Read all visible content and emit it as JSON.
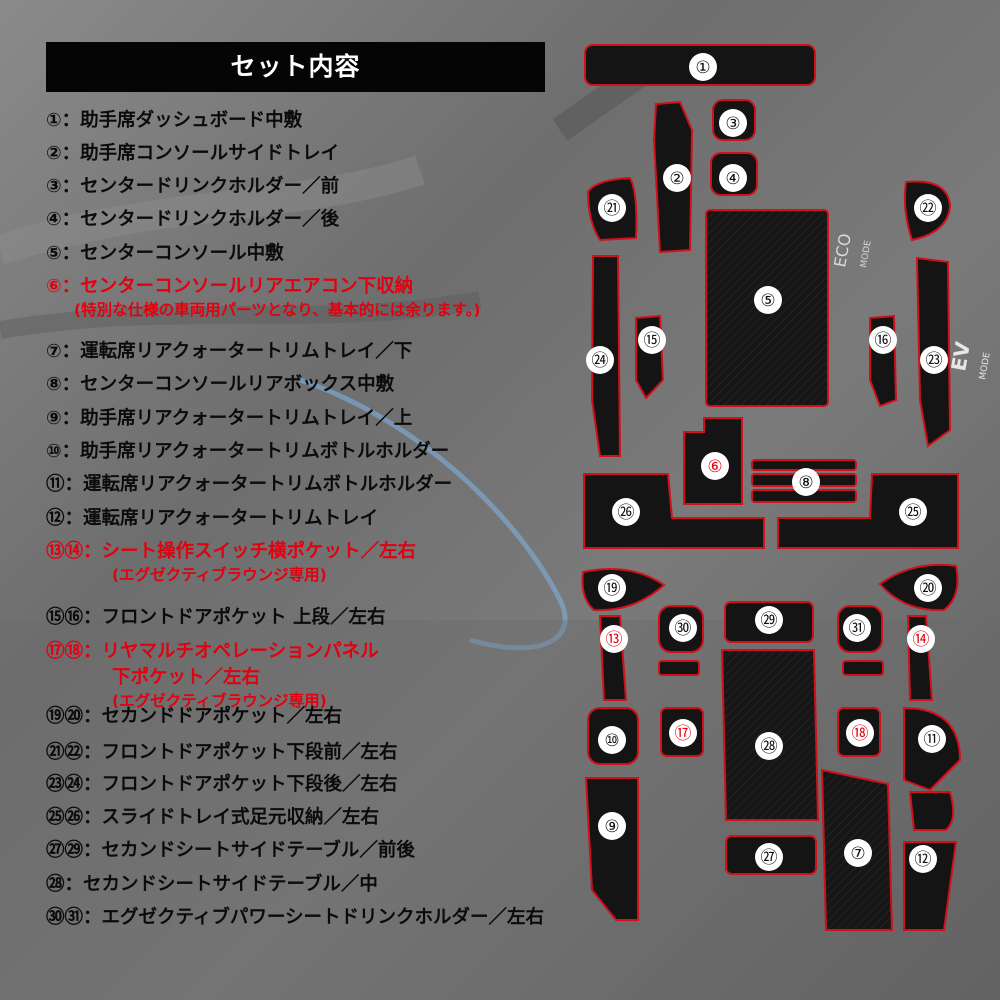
{
  "title": "セット内容",
  "items": [
    {
      "label": "①：助手席ダッシュボード中敷",
      "highlight": false
    },
    {
      "label": "②：助手席コンソールサイドトレイ",
      "highlight": false
    },
    {
      "label": "③：センタードリンクホルダー／前",
      "highlight": false
    },
    {
      "label": "④：センタードリンクホルダー／後",
      "highlight": false
    },
    {
      "label": "⑤：センターコンソール中敷",
      "highlight": false
    },
    {
      "label": "⑥：センターコンソールリアエアコン下収納",
      "highlight": true,
      "note": "(特別な仕様の車両用パーツとなり、基本的には余ります。)"
    },
    {
      "label": "⑦：運転席リアクォータートリムトレイ／下",
      "highlight": false
    },
    {
      "label": "⑧：センターコンソールリアボックス中敷",
      "highlight": false
    },
    {
      "label": "⑨：助手席リアクォータートリムトレイ／上",
      "highlight": false
    },
    {
      "label": "⑩：助手席リアクォータートリムボトルホルダー",
      "highlight": false
    },
    {
      "label": "⑪：運転席リアクォータートリムボトルホルダー",
      "highlight": false
    },
    {
      "label": "⑫：運転席リアクォータートリムトレイ",
      "highlight": false
    },
    {
      "label": "⑬⑭：シート操作スイッチ横ポケット／左右",
      "highlight": true,
      "note": "(エグゼクティブラウンジ専用)"
    },
    {
      "label": "⑮⑯：フロントドアポケット 上段／左右",
      "highlight": false
    },
    {
      "label": "⑰⑱：リヤマルチオペレーションパネル",
      "highlight": true,
      "line2": "下ポケット／左右",
      "note": "(エグゼクティブラウンジ専用)"
    },
    {
      "label": "⑲⑳：セカンドドアポケット／左右",
      "highlight": false
    },
    {
      "label": "㉑㉒：フロントドアポケット下段前／左右",
      "highlight": false
    },
    {
      "label": "㉓㉔：フロントドアポケット下段後／左右",
      "highlight": false
    },
    {
      "label": "㉕㉖：スライドトレイ式足元収納／左右",
      "highlight": false
    },
    {
      "label": "㉗㉙：セカンドシートサイドテーブル／前後",
      "highlight": false
    },
    {
      "label": "㉘：セカンドシートサイドテーブル／中",
      "highlight": false
    },
    {
      "label": "㉚㉛：エグゼクティブパワーシートドリンクホルダー／左右",
      "highlight": false
    }
  ],
  "parts": [
    {
      "mark": "①",
      "red": false
    },
    {
      "mark": "②",
      "red": false
    },
    {
      "mark": "③",
      "red": false
    },
    {
      "mark": "④",
      "red": false
    },
    {
      "mark": "⑤",
      "red": false
    },
    {
      "mark": "⑥",
      "red": true
    },
    {
      "mark": "⑦",
      "red": false
    },
    {
      "mark": "⑧",
      "red": false
    },
    {
      "mark": "⑨",
      "red": false
    },
    {
      "mark": "⑩",
      "red": false
    },
    {
      "mark": "⑪",
      "red": false
    },
    {
      "mark": "⑫",
      "red": false
    },
    {
      "mark": "⑬",
      "red": true
    },
    {
      "mark": "⑭",
      "red": true
    },
    {
      "mark": "⑮",
      "red": false
    },
    {
      "mark": "⑯",
      "red": false
    },
    {
      "mark": "⑰",
      "red": true
    },
    {
      "mark": "⑱",
      "red": true
    },
    {
      "mark": "⑲",
      "red": false
    },
    {
      "mark": "⑳",
      "red": false
    },
    {
      "mark": "㉑",
      "red": false
    },
    {
      "mark": "㉒",
      "red": false
    },
    {
      "mark": "㉓",
      "red": false
    },
    {
      "mark": "㉔",
      "red": false
    },
    {
      "mark": "㉕",
      "red": false
    },
    {
      "mark": "㉖",
      "red": false
    },
    {
      "mark": "㉗",
      "red": false
    },
    {
      "mark": "㉘",
      "red": false
    },
    {
      "mark": "㉙",
      "red": false
    },
    {
      "mark": "㉚",
      "red": false
    },
    {
      "mark": "㉛",
      "red": false
    }
  ],
  "background_labels": {
    "eco": "ECO",
    "eco_mode": "MODE",
    "ev": "EV",
    "ev_mode": "MODE"
  },
  "colors": {
    "mat": "#141414",
    "trim": "#d0101a",
    "highlight_text": "#e3000f",
    "badge": "#ffffff"
  }
}
